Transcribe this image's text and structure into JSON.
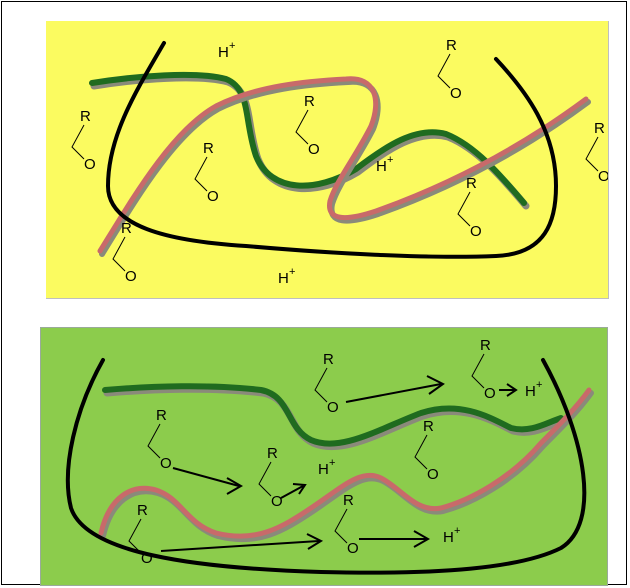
{
  "colors": {
    "top_background": "#fbfb60",
    "bottom_background": "#8ccc4c",
    "chain_black": "#000000",
    "chain_green": "#1f6b1f",
    "chain_red": "#c86a6a",
    "shadow": "#8a8a7a"
  },
  "labels": {
    "proton": "H",
    "proton_charge": "+",
    "r_group": "R",
    "oxygen": "O"
  }
}
